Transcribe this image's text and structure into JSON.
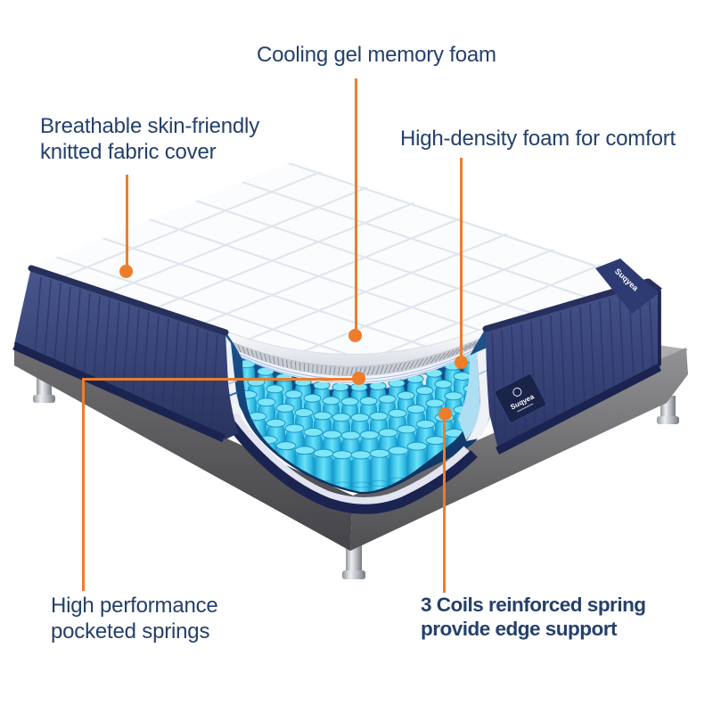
{
  "colors": {
    "accent": "#ED7D2B",
    "text": "#24406B",
    "quilt_line": "#E1E6EE",
    "rib_line": "#2B3566",
    "mattress_navy": "#3C4A80",
    "mattress_navy_dark": "#1B2450",
    "spring_cyan": "#3ECDEE",
    "spring_cyan_dark": "#1793C9",
    "spring_gap_navy": "#134A86",
    "gel_hatch": "#8A919C",
    "base_gray": "#6F6E71",
    "base_gray_dark": "#454448"
  },
  "brand": {
    "name": "Suqyea"
  },
  "callouts": {
    "cooling": {
      "text": "Cooling gel memory foam"
    },
    "cover": {
      "line1": "Breathable skin-friendly",
      "line2": "knitted fabric cover"
    },
    "density": {
      "text": "High-density foam for comfort"
    },
    "springs": {
      "line1": "High performance",
      "line2": "pocketed springs"
    },
    "coils": {
      "line1": "3 Coils reinforced spring",
      "line2": "provide edge support"
    }
  }
}
